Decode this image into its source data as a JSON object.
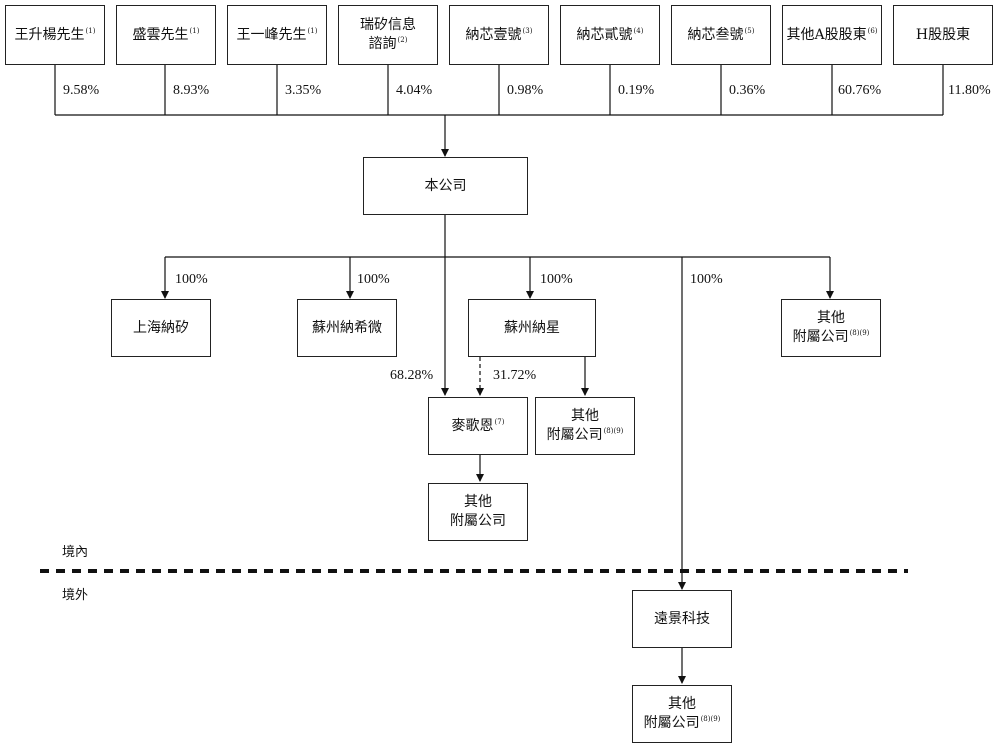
{
  "shareholders": [
    {
      "name": "王升楊先生",
      "note": "(1)",
      "pct": "9.58%"
    },
    {
      "name": "盛雲先生",
      "note": "(1)",
      "pct": "8.93%"
    },
    {
      "name": "王一峰先生",
      "note": "(1)",
      "pct": "3.35%"
    },
    {
      "name1": "瑞矽信息",
      "name2": "諮詢",
      "note": "(2)",
      "pct": "4.04%"
    },
    {
      "name": "納芯壹號",
      "note": "(3)",
      "pct": "0.98%"
    },
    {
      "name": "納芯貳號",
      "note": "(4)",
      "pct": "0.19%"
    },
    {
      "name": "納芯叁號",
      "note": "(5)",
      "pct": "0.36%"
    },
    {
      "name": "其他A股股東",
      "note": "(6)",
      "pct": "60.76%"
    },
    {
      "name": "H股股東",
      "note": "",
      "pct": "11.80%"
    }
  ],
  "company": "本公司",
  "subsidiaries": {
    "shanghai": {
      "name": "上海納矽",
      "pct": "100%"
    },
    "suzhou_nxw": {
      "name": "蘇州納希微",
      "pct": "100%"
    },
    "suzhou_nx": {
      "name": "蘇州納星",
      "pct": "100%"
    },
    "yuanjing_pct": "100%",
    "other_right": {
      "line1": "其他",
      "line2": "附屬公司",
      "note": "(8)(9)"
    }
  },
  "maigeen": {
    "name": "麥歌恩",
    "note": "(7)",
    "pct_company": "68.28%",
    "pct_suzhou": "31.72%"
  },
  "other_under_nx": {
    "line1": "其他",
    "line2": "附屬公司",
    "note": "(8)(9)"
  },
  "other_under_mge": {
    "line1": "其他",
    "line2": "附屬公司"
  },
  "region_domestic": "境內",
  "region_overseas": "境外",
  "yuanjing": {
    "name": "遠景科技"
  },
  "other_under_yj": {
    "line1": "其他",
    "line2": "附屬公司",
    "note": "(8)(9)"
  }
}
